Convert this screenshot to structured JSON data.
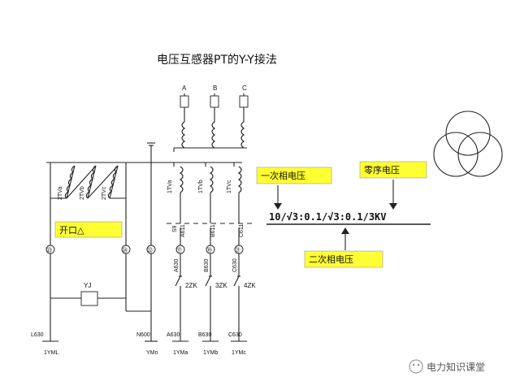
{
  "title": "电压互感器PT的Y-Y接法",
  "phases": [
    "A",
    "B",
    "C"
  ],
  "open_delta_windings": [
    "2TVa",
    "2TVb",
    "2TVc"
  ],
  "secondary_windings": [
    "1TVa",
    "1TVb",
    "1TVc"
  ],
  "fuse_labels": [
    "S9",
    "A611",
    "B611",
    "C611"
  ],
  "terminals": [
    "㉓",
    "㉔",
    "㉒",
    "⑰",
    "⑲",
    "㉑"
  ],
  "secondary_wires": [
    "A630",
    "B630",
    "C630"
  ],
  "switches": [
    "2ZK",
    "3ZK",
    "4ZK"
  ],
  "relay": "YJ",
  "bottom_labels": {
    "l630": "L630",
    "n600": "N600",
    "a630": "A630",
    "b630": "B630",
    "c630": "C630",
    "yml": "1YML",
    "ymn": "YMn",
    "yma": "1YMa",
    "ymb": "1YMb",
    "ymc": "1YMc"
  },
  "callouts": {
    "open_delta": "开口△",
    "phase_voltage_primary": "一次相电压",
    "zero_sequence": "零序电压",
    "phase_voltage_secondary": "二次相电压"
  },
  "ratio": "10/√3:0.1/√3:0.1/3KV",
  "watermark": "电力知识课堂",
  "colors": {
    "callout_bg": "#ffff33",
    "line": "#222222"
  }
}
